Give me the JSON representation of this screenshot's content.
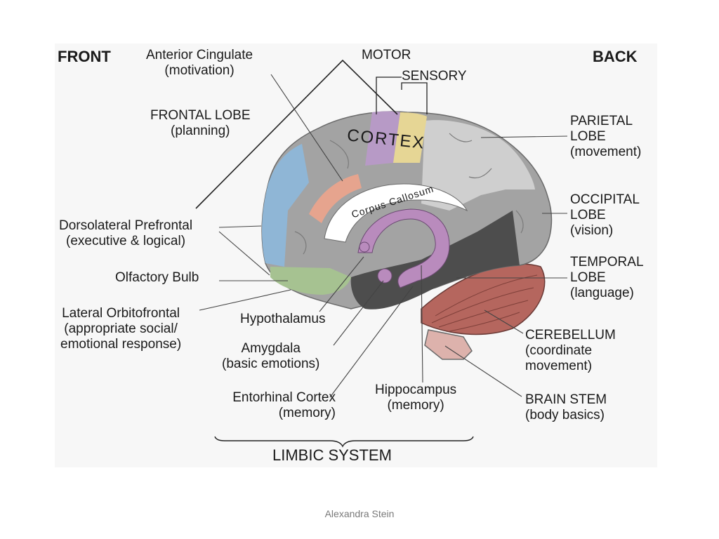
{
  "headers": {
    "front": "FRONT",
    "back": "BACK"
  },
  "cortex_label": "CORTEX",
  "corpus_callosum": "Corpus Callosum",
  "labels": {
    "motor": [
      "MOTOR"
    ],
    "sensory": [
      "SENSORY"
    ],
    "anterior_cingulate": [
      "Anterior Cingulate",
      "(motivation)"
    ],
    "frontal_lobe": [
      "FRONTAL LOBE",
      "(planning)"
    ],
    "dorsolateral": [
      "Dorsolateral Prefrontal",
      "(executive & logical)"
    ],
    "olfactory": [
      "Olfactory Bulb"
    ],
    "lateral_orbitofrontal": [
      "Lateral Orbitofrontal",
      "(appropriate social/",
      "emotional response)"
    ],
    "hypothalamus": [
      "Hypothalamus"
    ],
    "amygdala": [
      "Amygdala",
      "(basic emotions)"
    ],
    "entorhinal": [
      "Entorhinal Cortex",
      "(memory)"
    ],
    "hippocampus": [
      "Hippocampus",
      "(memory)"
    ],
    "parietal": [
      "PARIETAL",
      "LOBE",
      "(movement)"
    ],
    "occipital": [
      "OCCIPITAL",
      "LOBE",
      "(vision)"
    ],
    "temporal": [
      "TEMPORAL",
      "LOBE",
      "(language)"
    ],
    "cerebellum": [
      "CEREBELLUM",
      "(coordinate",
      "movement)"
    ],
    "brain_stem": [
      "BRAIN STEM",
      "(body basics)"
    ]
  },
  "limbic_system": "LIMBIC SYSTEM",
  "footer": "Alexandra Stein",
  "colors": {
    "frontal_blue": "#8fb6d6",
    "olfactory_green": "#a6c291",
    "motor_purple": "#b79ac6",
    "sensory_yellow": "#e6d695",
    "cingulate_salmon": "#e6a48e",
    "limbic_purple": "#b98bbd",
    "temporal_dark": "#4d4d4d",
    "cerebellum_red": "#b5665e",
    "stem_pink": "#ddb2ac",
    "cortex_gray": "#a3a3a3",
    "light_gray": "#cfcfcf"
  }
}
